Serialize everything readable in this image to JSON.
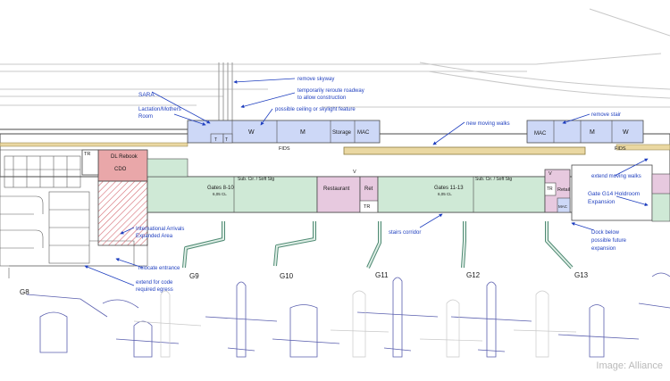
{
  "colors": {
    "blue_room": "#cdd8f7",
    "green_room": "#cfe9d6",
    "pink_room": "#e7c9df",
    "red_room": "#e9a7a9",
    "annotation": "#1f3fbf",
    "jetbridge": "#4f8a73",
    "moving_walk": "#ead8a2",
    "line": "#4a4a4a"
  },
  "annotations": {
    "remove_skyway": "remove skyway",
    "reroute_1": "temporarily reroute roadway",
    "reroute_2": "to allow construction",
    "skylight": "possible ceiling or skylight feature",
    "sara": "SARA",
    "lactation_1": "Lactation/Mothers",
    "lactation_2": "Room",
    "new_walks": "new moving walks",
    "remove_stair": "remove stair",
    "extend_walks": "extend moving walks",
    "international_1": "International Arrivals",
    "international_2": "Expanded Area",
    "relocate_entrance": "relocate entrance",
    "extend_code_1": "extend for code",
    "extend_code_2": "required egress",
    "stairs_corridor": "stairs corridor",
    "gate14_1": "Gate G14 Holdroom",
    "gate14_2": "Expansion",
    "dock_1": "Dock below",
    "dock_2": "possible future",
    "dock_3": "expansion"
  },
  "rooms": {
    "w1": "W",
    "m1": "M",
    "storage": "Storage",
    "mac1": "MAC",
    "t1": "T",
    "t2": "T",
    "mac2": "MAC",
    "m2": "M",
    "w2": "W",
    "fids1": "FIDS",
    "fids2": "FIDS",
    "dl_rebook": "DL Rebook",
    "cdo": "CDO",
    "tr1": "TR",
    "gates_8_10": "Gates 8-10",
    "gates_8_10_sub": "6,05 CL",
    "sub_cir_a": "Sub. Cir. / Soft Stg",
    "restaurant": "Restaurant",
    "ret": "Ret",
    "v1": "V",
    "tr2": "TR",
    "gates_11_13": "Gates 11-13",
    "gates_11_13_sub": "6,05 CL",
    "sub_cir_b": "Sub. Cir. / Soft Stg",
    "v2": "V",
    "retail": "Retail",
    "tr3": "TR",
    "mac3": "MAC"
  },
  "gates": [
    "G8",
    "G9",
    "G10",
    "G11",
    "G12",
    "G13"
  ],
  "credit": "Image: Alliance"
}
